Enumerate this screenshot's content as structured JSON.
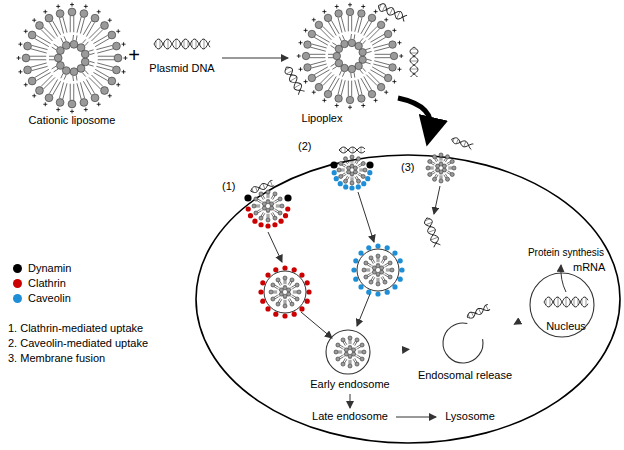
{
  "diagram": {
    "nodes": [
      {
        "text": [
          "Early endosome"
        ]
      },
      {
        "text": [
          "Endosomal release"
        ]
      },
      {
        "text": [
          "Late endosome"
        ]
      },
      {
        "text": [
          "Lysosome"
        ]
      },
      {
        "text": [
          "Protein synthesis",
          "mRNA",
          "Nucleus"
        ]
      }
    ],
    "edges": [
      {
        "from": 0,
        "to": 1,
        "arrow": "to"
      },
      {
        "from": 0,
        "to": 2,
        "arrow": "to"
      },
      {
        "from": 2,
        "to": 3,
        "arrow": "to"
      },
      {
        "from": 1,
        "to": 4,
        "arrow": "to"
      }
    ],
    "labels": [
      "Cationic liposome",
      "+",
      "Plasmid DNA",
      "Lipoplex",
      "(1)",
      "(2)",
      "(3)",
      "1. Clathrin-mediated uptake",
      "2. Caveolin-mediated uptake",
      "3. Membrane fusion"
    ],
    "legend": [
      {
        "text": "Dynamin",
        "color": "#000000"
      },
      {
        "text": "Clathrin",
        "color": "#cc0000"
      },
      {
        "text": "Caveolin",
        "color": "#1e8fd6"
      }
    ]
  }
}
